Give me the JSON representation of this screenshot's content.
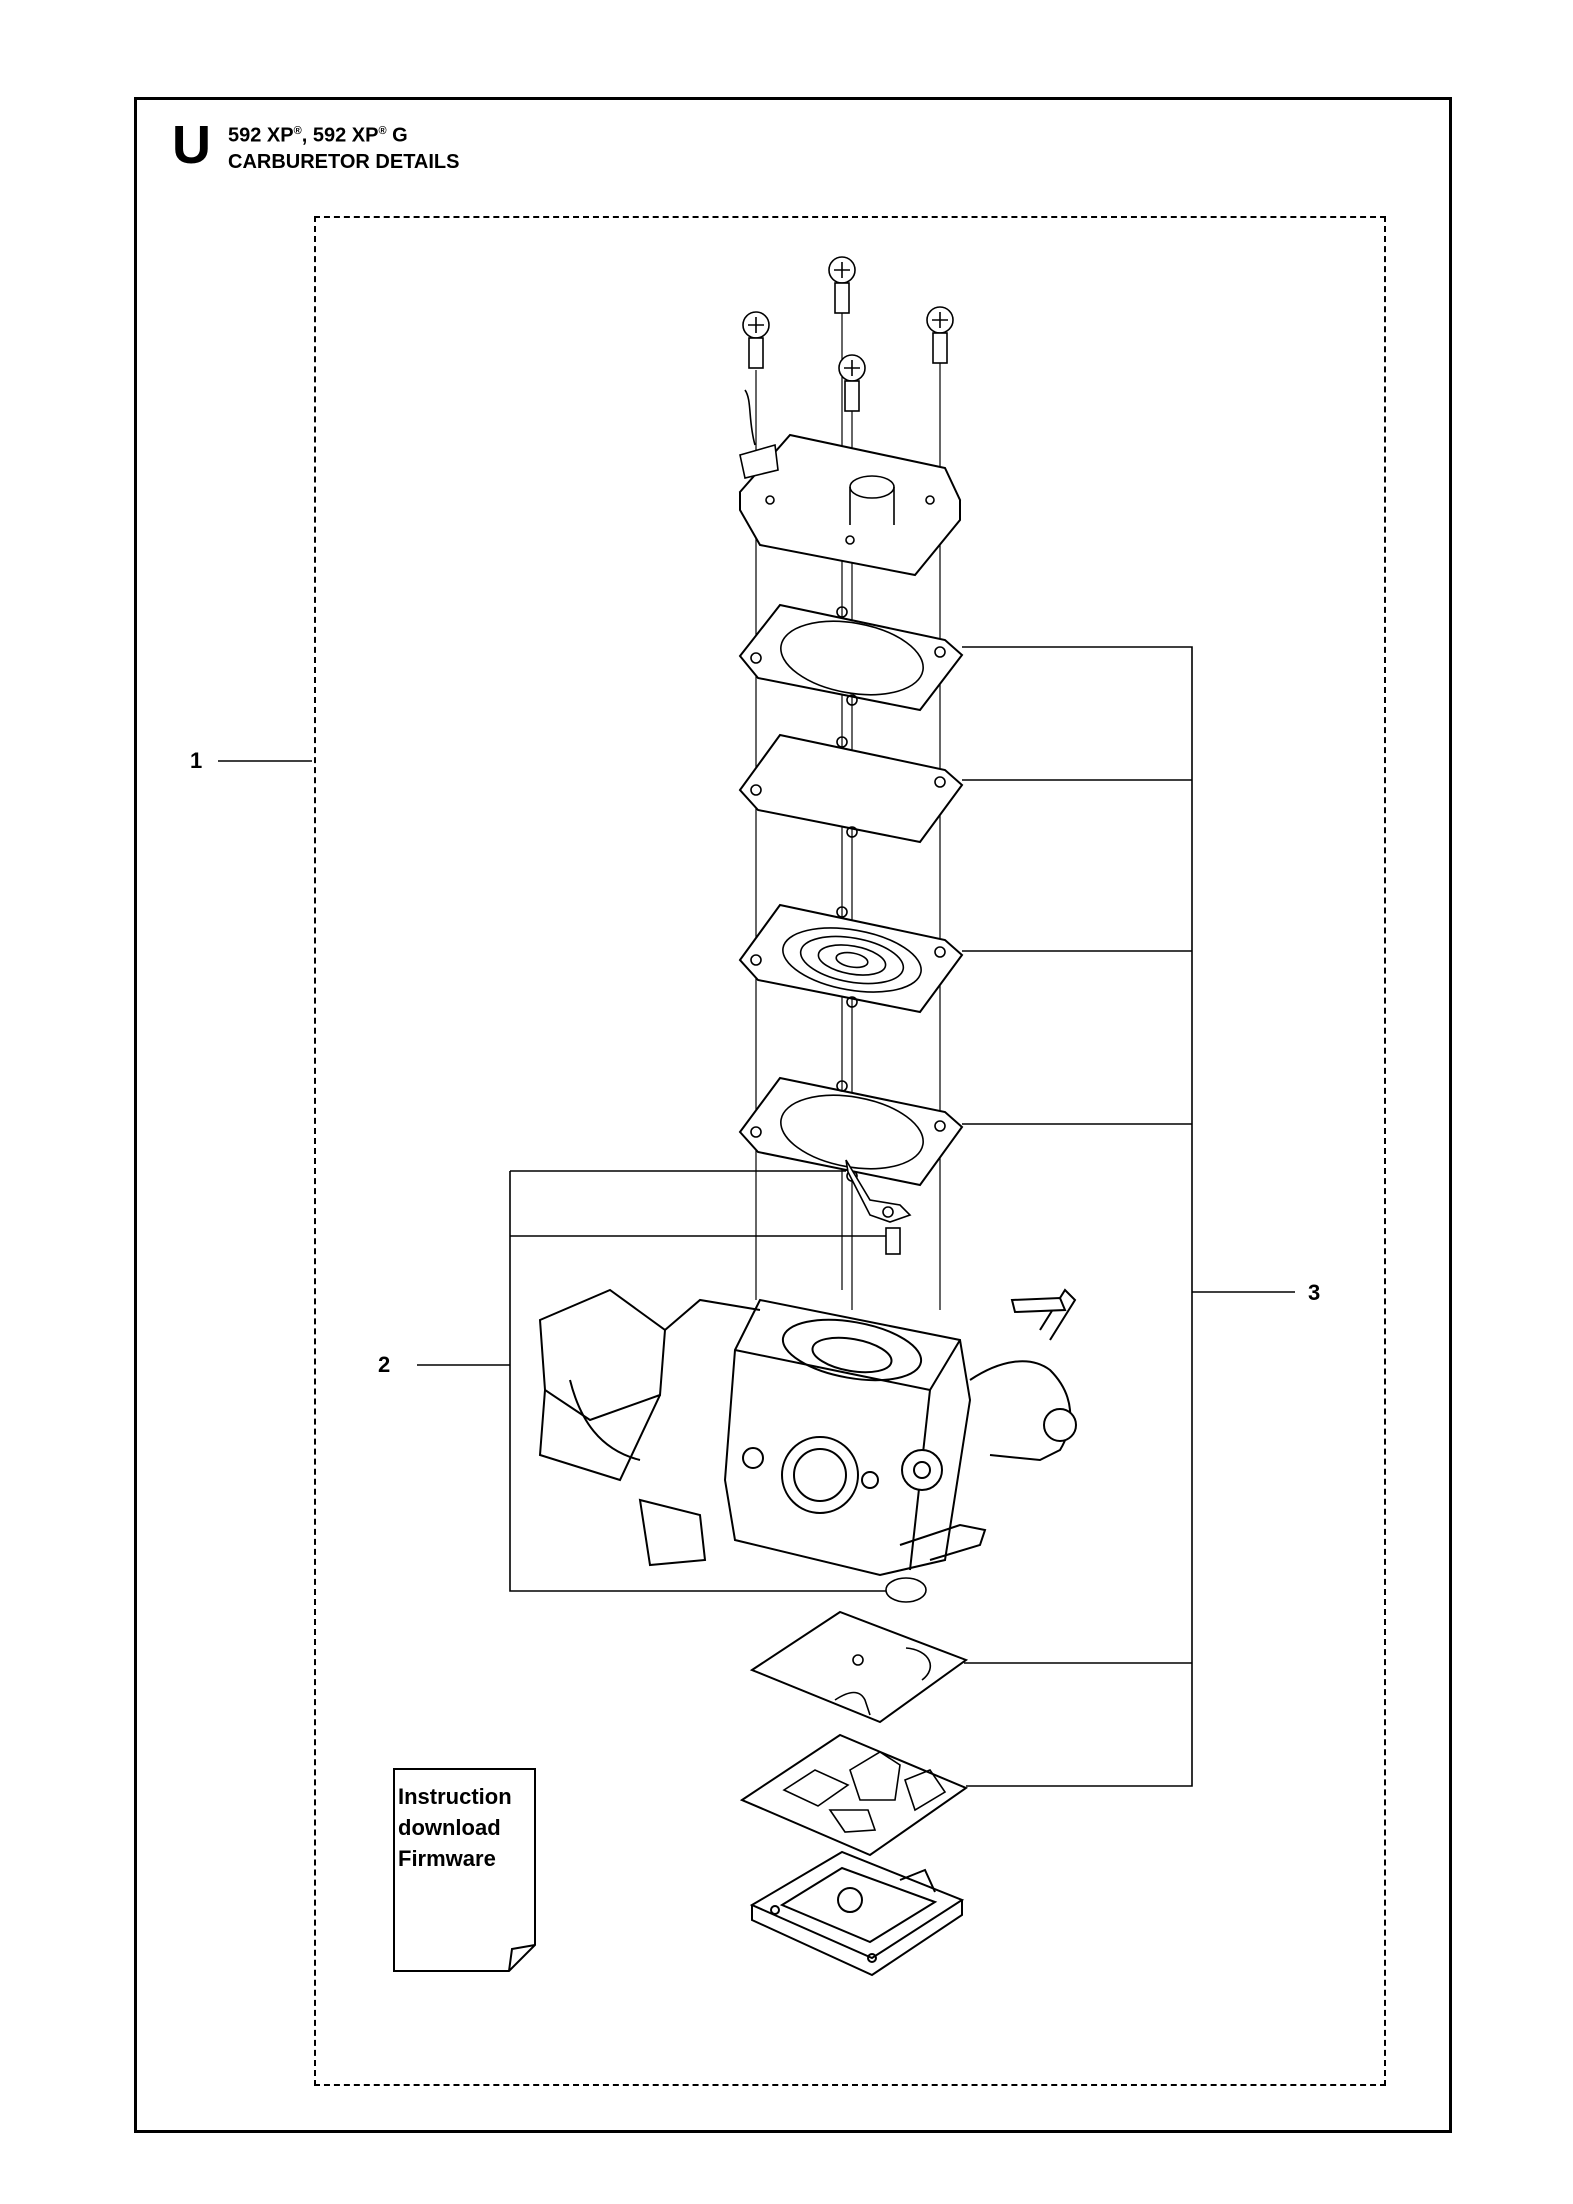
{
  "header": {
    "section_letter": "U",
    "model_line": "592 XP®, 592 XP® G",
    "model_a": "592 XP",
    "model_b": "592 XP",
    "model_b_suffix": " G",
    "reg_mark": "®",
    "subtitle": "CARBURETOR DETAILS"
  },
  "callouts": {
    "c1": "1",
    "c2": "2",
    "c3": "3"
  },
  "doc_note": {
    "line1": "Instruction",
    "line2": "download",
    "line3": "Firmware"
  },
  "parts": [
    {
      "name": "screws",
      "icon": "screw-icon",
      "count": 4
    },
    {
      "name": "pump-cover",
      "icon": "cover-icon"
    },
    {
      "name": "gaskets-and-diaphragms",
      "icon": "gasket-icon",
      "count": 4
    },
    {
      "name": "carburetor-body",
      "icon": "carburetor-icon"
    },
    {
      "name": "lower-diaphragm-set",
      "icon": "diaphragm-icon",
      "count": 2
    },
    {
      "name": "metering-cover",
      "icon": "cover-icon"
    }
  ]
}
